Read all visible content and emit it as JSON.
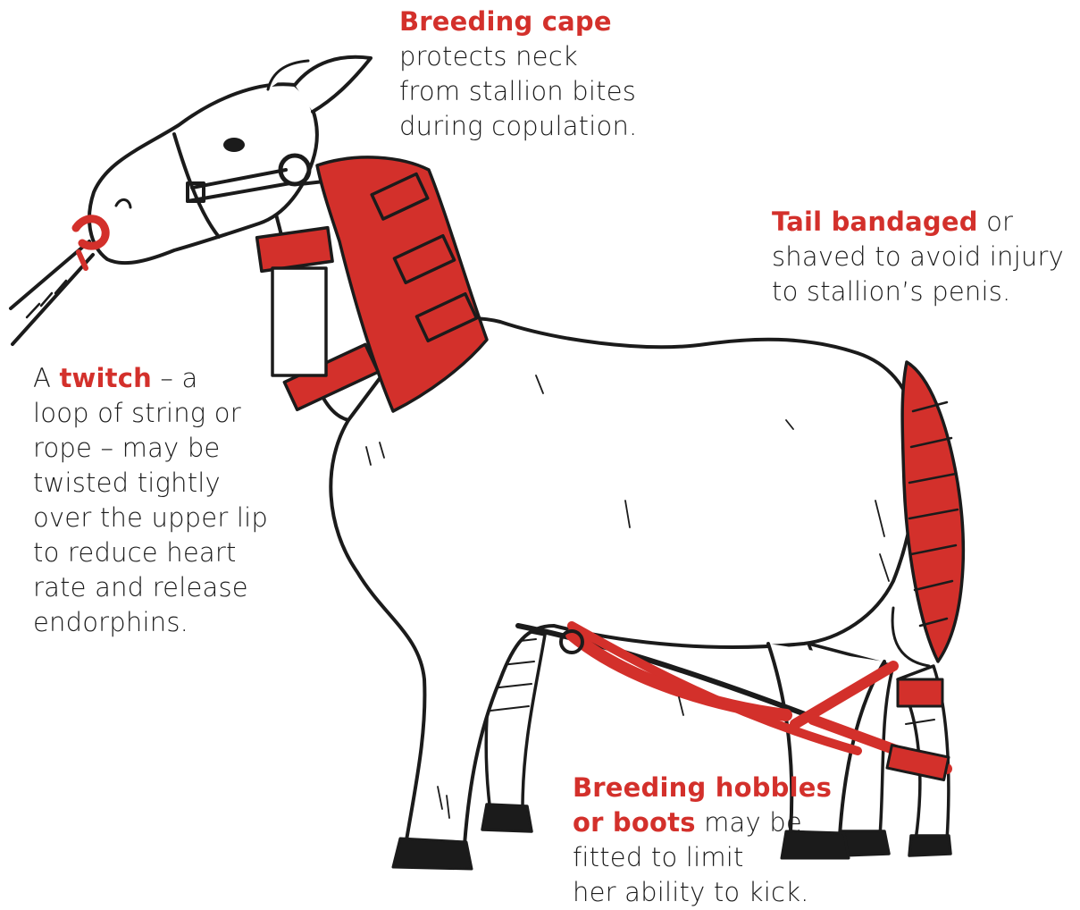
{
  "colors": {
    "accent": "#d3302b",
    "ink": "#1b1b1b",
    "body_fill": "#ffffff"
  },
  "annotations": {
    "breeding_cape": {
      "title": "Breeding cape",
      "line1": "protects neck",
      "line2": "from stallion bites",
      "line3": "during copulation."
    },
    "tail": {
      "title": "Tail bandaged",
      "title_rest": " or",
      "line2": "shaved to avoid injury",
      "line3": "to stallion’s penis."
    },
    "twitch": {
      "prefix": "A ",
      "title": "twitch",
      "title_rest": " – a",
      "line2": "loop of string or",
      "line3": "rope – may be",
      "line4": "twisted tightly",
      "line5": "over the upper lip",
      "line6": "to reduce heart",
      "line7": "rate and release",
      "line8": "endorphins."
    },
    "hobbles": {
      "title_line1": "Breeding hobbles",
      "title_line2": "or boots",
      "line2_rest": " may be",
      "line3": "fitted to limit",
      "line4": "her ability to kick."
    }
  }
}
